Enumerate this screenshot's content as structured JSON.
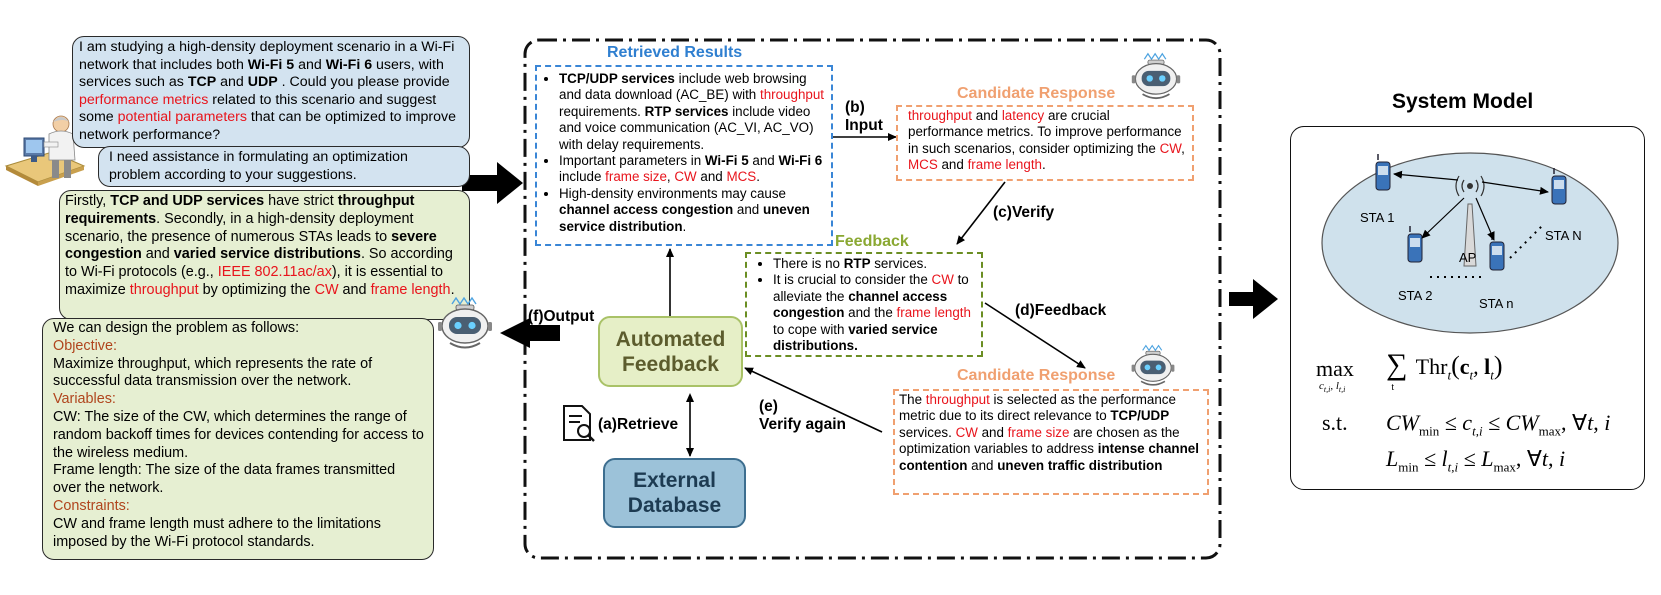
{
  "user_prompt": {
    "q1": [
      {
        "t": "I am studying a high-density deployment scenario in a Wi-Fi network that includes both "
      },
      {
        "t": "Wi-Fi 5",
        "b": true
      },
      {
        "t": " and "
      },
      {
        "t": "Wi-Fi 6",
        "b": true
      },
      {
        "t": " users, with services such as "
      },
      {
        "t": "TCP",
        "b": true
      },
      {
        "t": " and "
      },
      {
        "t": "UDP",
        "b": true
      },
      {
        "t": " . Could you please provide "
      },
      {
        "t": "performance metrics",
        "r": true
      },
      {
        "t": " related to this scenario and suggest some "
      },
      {
        "t": "potential parameters",
        "r": true
      },
      {
        "t": " that can be optimized to improve network performance?"
      }
    ],
    "q2": "I need assistance in formulating an optimization problem according to your suggestions."
  },
  "llm_answer": [
    {
      "t": "Firstly, "
    },
    {
      "t": "TCP and UDP services",
      "b": true
    },
    {
      "t": " have strict "
    },
    {
      "t": "throughput requirements",
      "b": true
    },
    {
      "t": ". Secondly, in a high-density deployment scenario, the presence of numerous STAs leads to "
    },
    {
      "t": "severe congestion",
      "b": true
    },
    {
      "t": " and "
    },
    {
      "t": "varied service distributions",
      "b": true
    },
    {
      "t": ". So according to Wi-Fi protocols (e.g., "
    },
    {
      "t": "IEEE 802.11ac/ax",
      "r": true
    },
    {
      "t": "), it is essential to maximize "
    },
    {
      "t": "throughput",
      "r": true
    },
    {
      "t": " by optimizing the "
    },
    {
      "t": "CW",
      "r": true
    },
    {
      "t": " and "
    },
    {
      "t": "frame length",
      "r": true
    },
    {
      "t": "."
    }
  ],
  "problem": {
    "intro": "We can design the problem as follows:",
    "objective_label": "Objective:",
    "objective_text": "Maximize throughput, which represents the rate of successful data transmission over the network.",
    "variables_label": "Variables:",
    "var_cw": "CW: The size of the CW, which determines the range of random backoff times for devices contending for access to the wireless medium.",
    "var_fl": "Frame length: The size of the data frames transmitted over the network.",
    "constraints_label": "Constraints:",
    "constraints_text": "CW and frame length must adhere to the limitations imposed by the Wi-Fi protocol standards."
  },
  "retrieved": {
    "title": "Retrieved Results",
    "items": [
      [
        {
          "t": "TCP/UDP services",
          "b": true
        },
        {
          "t": " include web browsing and data download (AC_BE) with "
        },
        {
          "t": "throughput",
          "r": true
        },
        {
          "t": " requirements. "
        },
        {
          "t": "RTP services",
          "b": true
        },
        {
          "t": " include video and voice communication (AC_VI, AC_VO) with delay requirements."
        }
      ],
      [
        {
          "t": "Important parameters in "
        },
        {
          "t": "Wi-Fi 5",
          "b": true
        },
        {
          "t": " and "
        },
        {
          "t": "Wi-Fi 6",
          "b": true
        },
        {
          "t": " include "
        },
        {
          "t": "frame size",
          "r": true
        },
        {
          "t": ", "
        },
        {
          "t": "CW",
          "r": true
        },
        {
          "t": " and "
        },
        {
          "t": "MCS",
          "r": true
        },
        {
          "t": "."
        }
      ],
      [
        {
          "t": "High-density environments may cause "
        },
        {
          "t": "channel access congestion",
          "b": true
        },
        {
          "t": " and "
        },
        {
          "t": "uneven service distribution",
          "b": true
        },
        {
          "t": "."
        }
      ]
    ]
  },
  "candidate1": {
    "title": "Candidate Response",
    "text": [
      {
        "t": "throughput",
        "r": true
      },
      {
        "t": " and "
      },
      {
        "t": "latency",
        "r": true
      },
      {
        "t": " are crucial performance metrics. To improve performance in such scenarios, consider optimizing the "
      },
      {
        "t": "CW",
        "r": true
      },
      {
        "t": ", "
      },
      {
        "t": "MCS",
        "r": true
      },
      {
        "t": " and "
      },
      {
        "t": "frame length",
        "r": true
      },
      {
        "t": "."
      }
    ]
  },
  "feedback": {
    "title": "Feedback",
    "items": [
      [
        {
          "t": "There is no "
        },
        {
          "t": "RTP",
          "b": true
        },
        {
          "t": " services."
        }
      ],
      [
        {
          "t": "It is crucial to consider the "
        },
        {
          "t": "CW",
          "r": true
        },
        {
          "t": " to alleviate the "
        },
        {
          "t": "channel access congestion",
          "b": true
        },
        {
          "t": " and the "
        },
        {
          "t": "frame length",
          "r": true
        },
        {
          "t": " to cope with "
        },
        {
          "t": "varied service distributions.",
          "b": true
        }
      ]
    ]
  },
  "candidate2": {
    "title": "Candidate Response",
    "text": [
      {
        "t": "The "
      },
      {
        "t": "throughput",
        "r": true
      },
      {
        "t": " is selected as the performance metric due to its direct relevance to "
      },
      {
        "t": "TCP/UDP",
        "b": true
      },
      {
        "t": " services. "
      },
      {
        "t": "CW",
        "r": true
      },
      {
        "t": " and "
      },
      {
        "t": "frame size",
        "r": true
      },
      {
        "t": " are chosen as the optimization variables to address "
      },
      {
        "t": "intense channel contention",
        "b": true
      },
      {
        "t": " and "
      },
      {
        "t": "uneven traffic distribution",
        "b": true
      }
    ]
  },
  "labels": {
    "b_input_1": "(b)",
    "b_input_2": "Input",
    "c_verify": "(c)Verify",
    "d_feedback": "(d)Feedback",
    "e_verify_1": "(e)",
    "e_verify_2": "Verify again",
    "f_output": "(f)Output",
    "a_retrieve": "(a)Retrieve"
  },
  "nodes": {
    "automated_feedback_1": "Automated",
    "automated_feedback_2": "Feedback",
    "external_db_1": "External",
    "external_db_2": "Database"
  },
  "system_model": {
    "title": "System Model",
    "sta1": "STA 1",
    "sta2": "STA 2",
    "stan_lower": "STA n",
    "stan_upper": "STA N",
    "ap": "AP",
    "math": {
      "max": "max",
      "max_sub": "c_{t,i}, l_{t,i}",
      "objective": "∑_t Thr_t (c_t, l_t)",
      "st": "s.t.",
      "c1": "CW_min ≤ c_{t,i} ≤ CW_max, ∀t, i",
      "c2": "L_min ≤ l_{t,i} ≤ L_max, ∀t, i"
    }
  },
  "colors": {
    "user_bubble": "#d3e3f0",
    "answer_bubble": "#e6efd2",
    "retrieved_border": "#3a86d6",
    "candidate_border": "#f0a070",
    "feedback_border": "#6b8e23",
    "highlight_red": "#e8141c",
    "section_label": "#b0451d",
    "automated_feedback_fill": "#e6efc7",
    "external_db_fill": "#9cc2d9",
    "system_ellipse": "#cfe1ec"
  }
}
